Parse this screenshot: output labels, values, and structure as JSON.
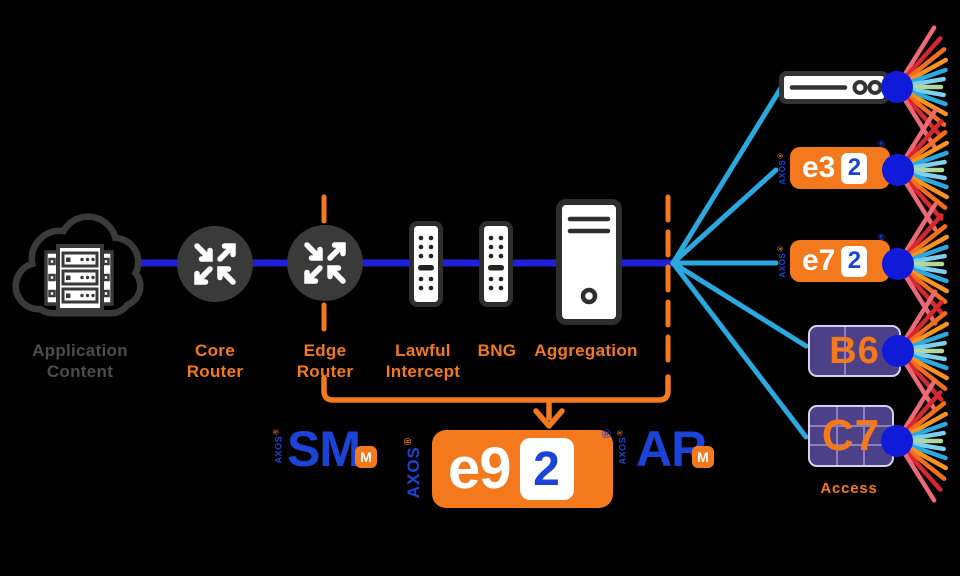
{
  "colors": {
    "orange": "#f4791c",
    "blue_line": "#1f20da",
    "blue_text": "#1c43d8",
    "blue_dot": "#101bd9",
    "cyan": "#2aa9e0",
    "icon_dark": "#343434",
    "icon_stroke": "#2e2e2e",
    "purple": "#4c4189",
    "purple_border": "#d5d0ec",
    "purple_line": "#8a81ba",
    "gray_label": "#4c4c4c",
    "fan": [
      "#ed6a74",
      "#d7282f",
      "#f36d1d",
      "#f7941e",
      "#2aa9e0",
      "#7fd0f0",
      "#b2d89b",
      "#7fd0f0",
      "#2aa9e0",
      "#f7941e",
      "#f36d1d",
      "#d7282f",
      "#ed6a74"
    ]
  },
  "nodes": {
    "application_content": {
      "label": "Application\nContent"
    },
    "core_router": {
      "label": "Core\nRouter"
    },
    "edge_router": {
      "label": "Edge\nRouter"
    },
    "lawful_intercept": {
      "label": "Lawful\nIntercept"
    },
    "bng": {
      "label": "BNG"
    },
    "aggregation": {
      "label": "Aggregation"
    }
  },
  "access_devices": {
    "e3": {
      "brand": "AXOS",
      "brand_reg": "®",
      "name": "e3",
      "num": "2",
      "reg": "®"
    },
    "e7": {
      "brand": "AXOS",
      "brand_reg": "®",
      "name": "e7",
      "num": "2",
      "reg": "®"
    },
    "b6": {
      "name": "B6"
    },
    "c7": {
      "name": "C7"
    },
    "section_label": "Access"
  },
  "platform": {
    "sm": {
      "brand": "AXOS",
      "brand_reg": "®",
      "name": "SM",
      "module": "M"
    },
    "e9": {
      "brand": "AXOS",
      "brand_reg": "®",
      "name": "e9",
      "num": "2",
      "reg": "®"
    },
    "ar": {
      "brand": "AXOS",
      "brand_reg": "®",
      "name": "AR",
      "module": "M"
    }
  }
}
